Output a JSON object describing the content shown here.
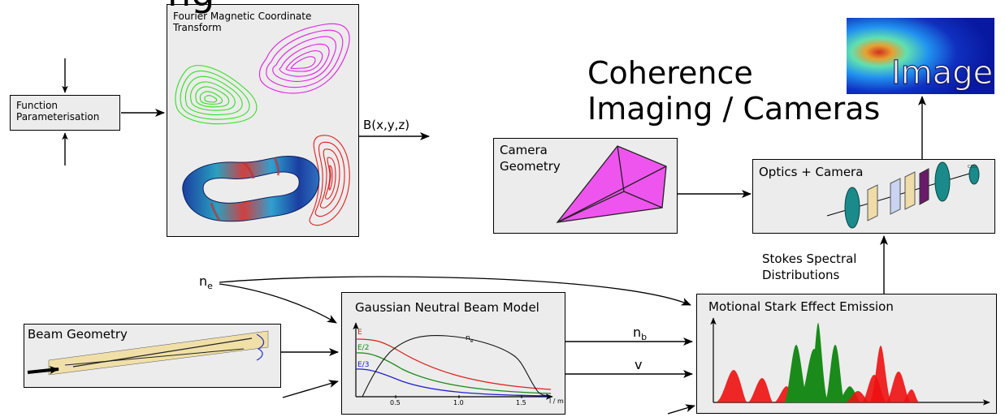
{
  "header_fragment": "ng",
  "function_box": {
    "line1": "Function",
    "line2": "Parameterisation"
  },
  "fourier_box": {
    "line1": "Fourier Magnetic Coordinate",
    "line2": "Transform"
  },
  "b_label": "B(x,y,z)",
  "coherence": {
    "line1": "Coherence",
    "line2": "Imaging / Cameras"
  },
  "image_label": "Image",
  "camera_geometry": {
    "line1": "Camera",
    "line2": "Geometry"
  },
  "optics_camera": {
    "title": "Optics + Camera",
    "ccd_label": "CCD"
  },
  "stokes": {
    "line1": "Stokes Spectral",
    "line2": "Distributions"
  },
  "ne_input": {
    "base": "n",
    "sub": "e"
  },
  "beam_geometry": {
    "title": "Beam Geometry"
  },
  "gaussian_box": {
    "title": "Gaussian Neutral Beam Model",
    "curve_labels": [
      "E",
      "E/2",
      "E/3"
    ],
    "ne_curve": {
      "base": "n",
      "sub": "e"
    },
    "xticks": [
      "0.5",
      "1.0",
      "1.5"
    ],
    "xlabel": "l / m"
  },
  "nb_output": {
    "base": "n",
    "sub": "b"
  },
  "v_output": "v",
  "mse_box": {
    "title": "Motional Stark Effect Emission"
  },
  "colors": {
    "box_fill": "#ececec",
    "green_contour": "#33dd22",
    "magenta_contour": "#e020e0",
    "red_contour": "#e02020",
    "camera_pyramid": "#ee55ee",
    "optics_teal": "#1a8a8a",
    "beam_fill": "#f0e0a8",
    "curve_E": "#e02020",
    "curve_E2": "#1a8a1a",
    "curve_E3": "#2020d0",
    "mse_red": "#ee1111",
    "mse_green": "#1a8a1a"
  }
}
